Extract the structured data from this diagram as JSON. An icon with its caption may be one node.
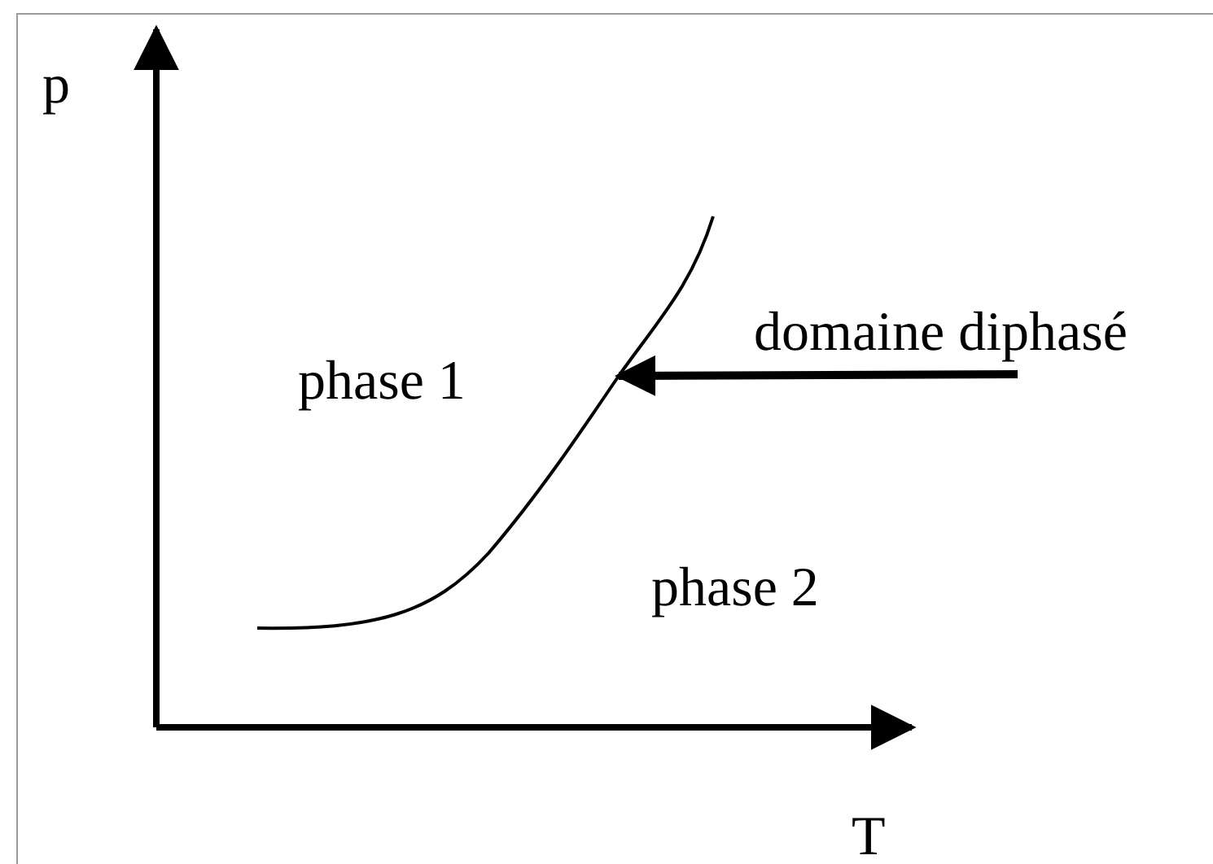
{
  "diagram": {
    "nodes": [
      {
        "text": [
          "domaine diphasé"
        ]
      },
      {
        "text": [],
        "shape": "curve"
      }
    ],
    "edges": [
      {
        "from": 0,
        "to": 1,
        "arrow": "to"
      }
    ],
    "labels": [
      "p",
      "phase 1",
      "phase 2",
      "T"
    ]
  }
}
